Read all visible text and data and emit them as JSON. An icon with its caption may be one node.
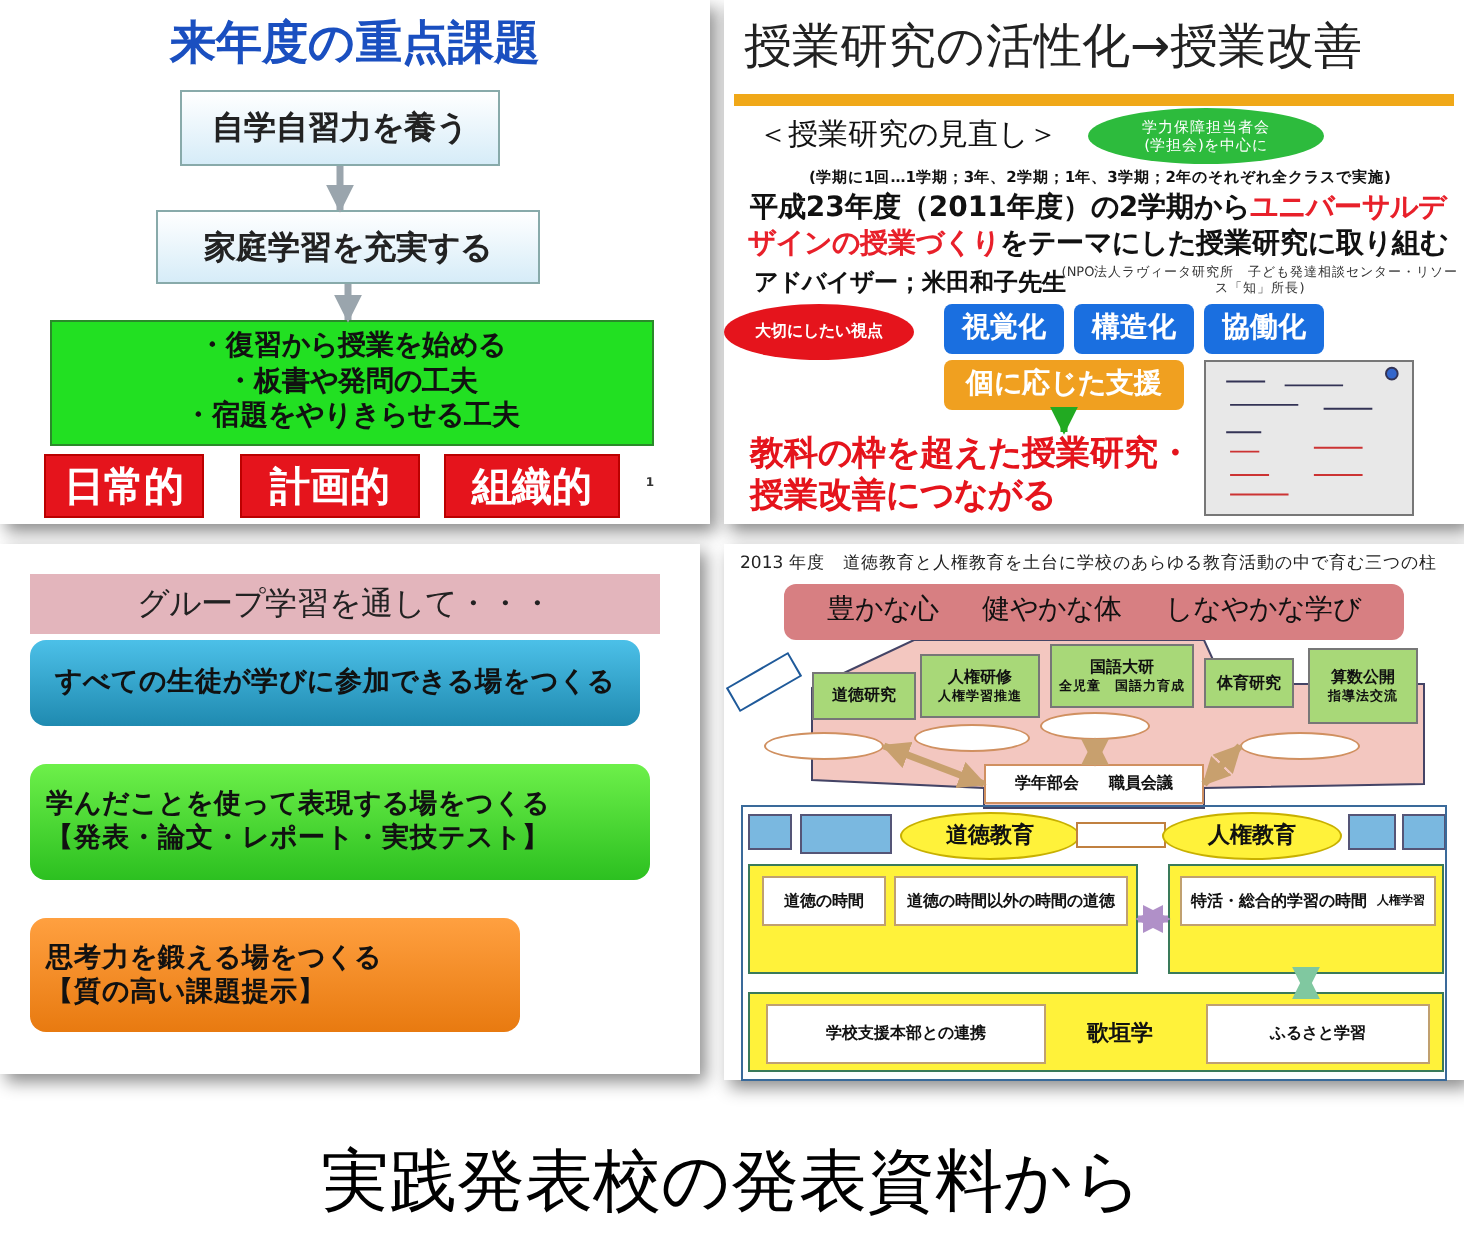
{
  "diagram": {
    "caption": "実践発表校の発表資料から",
    "nodes": [
      {
        "text": [
          "来年度の重点課題"
        ]
      },
      {
        "text": [
          "自学自習力を養う"
        ],
        "in": 0
      },
      {
        "text": [
          "家庭学習を充実する"
        ],
        "in": 0
      },
      {
        "text": [
          "・復習から授業を始める",
          "・板書や発問の工夫",
          "・宿題をやりきらせる工夫"
        ],
        "in": 0
      },
      {
        "text": [
          "日常的"
        ],
        "in": 0
      },
      {
        "text": [
          "計画的"
        ],
        "in": 0
      },
      {
        "text": [
          "組織的"
        ],
        "in": 0
      },
      {
        "text": [
          "授業研究の活性化→授業改善"
        ]
      },
      {
        "text": [
          "学力保障担当者会",
          "(学担会)を中心に"
        ],
        "in": 7
      },
      {
        "text": [
          "大切にしたい視点"
        ],
        "in": 7
      },
      {
        "text": [
          "視覚化"
        ],
        "in": 7
      },
      {
        "text": [
          "構造化"
        ],
        "in": 7
      },
      {
        "text": [
          "協働化"
        ],
        "in": 7
      },
      {
        "text": [
          "個に応じた支援"
        ],
        "in": 7
      },
      {
        "text": [],
        "shape": "picture",
        "in": 7
      },
      {
        "text": [
          "教科の枠を超えた授業研究・授業改善につながる"
        ],
        "in": 7
      },
      {
        "text": [],
        "shape": "box"
      },
      {
        "text": [
          "グループ学習を通して・・・"
        ],
        "in": 16
      },
      {
        "text": [
          "すべての生徒が学びに参加できる場をつくる"
        ],
        "in": 16
      },
      {
        "text": [
          "学んだことを使って表現する場をつくる",
          "【発表・論文・レポート・実技テスト】"
        ],
        "in": 16
      },
      {
        "text": [
          "思考力を鍛える場をつくる",
          "【質の高い課題提示】"
        ],
        "in": 16
      },
      {
        "text": [
          "2013 年度　道徳教育と人権教育を土台に学校のあらゆる教育活動の中で育む三つの柱"
        ]
      },
      {
        "text": [
          "豊かな心",
          "健やかな体",
          "しなやかな学び"
        ],
        "in": 21
      },
      {
        "text": [],
        "shape": "box",
        "in": 21
      },
      {
        "text": [
          "道徳研究"
        ],
        "in": 21
      },
      {
        "text": [
          "人権研修",
          "人権学習推進"
        ],
        "in": 21
      },
      {
        "text": [
          "国語大研",
          "全児童　国語力育成"
        ],
        "in": 21
      },
      {
        "text": [
          "体育研究"
        ],
        "in": 21
      },
      {
        "text": [
          "算数公開",
          "指導法交流"
        ],
        "in": 21
      },
      {
        "text": [],
        "shape": "circle",
        "in": 21
      },
      {
        "text": [],
        "shape": "circle",
        "in": 21
      },
      {
        "text": [],
        "shape": "circle",
        "in": 21
      },
      {
        "text": [],
        "shape": "circle",
        "in": 21
      },
      {
        "text": [
          "学年部会",
          "職員会議"
        ],
        "in": 21
      },
      {
        "text": [],
        "shape": "box",
        "in": 21
      },
      {
        "text": [],
        "shape": "box",
        "in": 21
      },
      {
        "text": [
          "道徳教育"
        ],
        "in": 21
      },
      {
        "text": [],
        "shape": "box",
        "in": 21
      },
      {
        "text": [
          "人権教育"
        ],
        "in": 21
      },
      {
        "text": [],
        "shape": "box",
        "in": 21
      },
      {
        "text": [],
        "shape": "box",
        "in": 21
      },
      {
        "text": [],
        "shape": "box",
        "in": 21
      },
      {
        "text": [
          "道徳の時間"
        ],
        "in": 41
      },
      {
        "text": [
          "道徳の時間以外の時間の道徳"
        ],
        "in": 41
      },
      {
        "text": [],
        "shape": "box",
        "in": 21
      },
      {
        "text": [
          "特活・総合的学習の時間",
          "人権学習"
        ],
        "in": 44
      },
      {
        "text": [],
        "shape": "box",
        "in": 21
      },
      {
        "text": [
          "学校支援本部との連携"
        ],
        "in": 46
      },
      {
        "text": [
          "歌垣学"
        ],
        "in": 46
      },
      {
        "text": [
          "ふるさと学習"
        ],
        "in": 46
      }
    ],
    "edges": [
      {
        "from": 1,
        "to": 2,
        "arrow": "to",
        "color": "#9aa5ad"
      },
      {
        "from": 2,
        "to": 3,
        "arrow": "to",
        "color": "#9aa5ad"
      },
      {
        "from": 13,
        "to": 15,
        "arrow": "to",
        "color": "#22aa22"
      },
      {
        "from": 29,
        "to": 33,
        "arrow": "both"
      },
      {
        "from": 31,
        "to": 33,
        "arrow": "both"
      },
      {
        "from": 32,
        "to": 33,
        "arrow": "both"
      },
      {
        "from": 41,
        "to": 44,
        "arrow": "both",
        "color": "#b090c8"
      },
      {
        "from": 44,
        "to": 46,
        "arrow": "both",
        "color": "#80c8a0"
      }
    ],
    "labels": [
      "1",
      "＜授業研究の見直し＞",
      "(学期に1回…1学期；3年、2学期；1年、3学期；2年のそれぞれ全クラスで実施)",
      "平成23年度（2011年度）の2学期から**ユニバーサルデザインの授業づくり**をテーマにした授業研究に取り組む",
      "アドバイザー；米田和子先生",
      "(NPO法人ラヴィータ研究所　子ども発達相談センター・リソース「知」所長)"
    ]
  }
}
